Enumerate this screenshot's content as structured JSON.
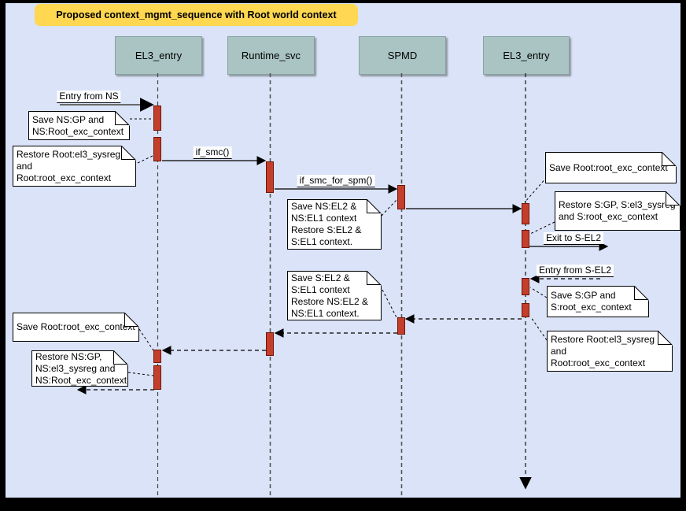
{
  "title": "Proposed context_mgmt_sequence with Root world context",
  "diagram_type": "uml-sequence-diagram",
  "participants": [
    {
      "label": "EL3_entry"
    },
    {
      "label": "Runtime_svc"
    },
    {
      "label": "SPMD"
    },
    {
      "label": "EL3_entry"
    }
  ],
  "messages": [
    {
      "label": "Entry from NS",
      "style": "solid",
      "from": "external",
      "to": "EL3_entry-left",
      "direction": "right"
    },
    {
      "label": "if_smc()",
      "style": "solid",
      "from": "EL3_entry-left",
      "to": "Runtime_svc",
      "direction": "right"
    },
    {
      "label": "if_smc_for_spm()",
      "style": "solid",
      "from": "Runtime_svc",
      "to": "SPMD",
      "direction": "right"
    },
    {
      "label": "",
      "style": "solid",
      "from": "SPMD",
      "to": "EL3_entry-right",
      "direction": "right"
    },
    {
      "label": "Exit to S-EL2",
      "style": "solid",
      "from": "EL3_entry-right",
      "to": "external",
      "direction": "right"
    },
    {
      "label": "Entry from S-EL2",
      "style": "dashed",
      "from": "external",
      "to": "EL3_entry-right",
      "direction": "left"
    },
    {
      "label": "",
      "style": "dashed",
      "from": "EL3_entry-right",
      "to": "SPMD",
      "direction": "left"
    },
    {
      "label": "",
      "style": "dashed",
      "from": "SPMD",
      "to": "Runtime_svc",
      "direction": "left"
    },
    {
      "label": "",
      "style": "dashed",
      "from": "Runtime_svc",
      "to": "EL3_entry-left",
      "direction": "left"
    },
    {
      "label": "",
      "style": "dashed",
      "from": "EL3_entry-left",
      "to": "external",
      "direction": "left"
    }
  ],
  "notes": [
    {
      "text": "Save NS:GP and\nNS:Root_exc_context"
    },
    {
      "text": "Restore Root:el3_sysreg\nand\nRoot:root_exc_context"
    },
    {
      "text": "Save NS:EL2 &\nNS:EL1 context\nRestore S:EL2 &\nS:EL1 context."
    },
    {
      "text": "Save Root:root_exc_context"
    },
    {
      "text": "Restore S:GP, S:el3_sysreg\nand S:root_exc_context"
    },
    {
      "text": "Save S:GP and\nS:root_exc_context"
    },
    {
      "text": "Restore Root:el3_sysreg\nand\nRoot:root_exc_context"
    },
    {
      "text": "Save S:EL2 &\nS:EL1 context\nRestore NS:EL2 &\nNS:EL1 context."
    },
    {
      "text": "Save Root:root_exc_context"
    },
    {
      "text": "Restore NS:GP,\nNS:el3_sysreg and\nNS:Root_exc_context"
    }
  ],
  "colors": {
    "canvas_bg": "#dae3f7",
    "frame": "#000000",
    "title_bg": "#ffd750",
    "participant_fill": "#a9c4c3",
    "activation_fill": "#c43e2c",
    "activation_border": "#701507",
    "note_fill": "#ffffff"
  }
}
